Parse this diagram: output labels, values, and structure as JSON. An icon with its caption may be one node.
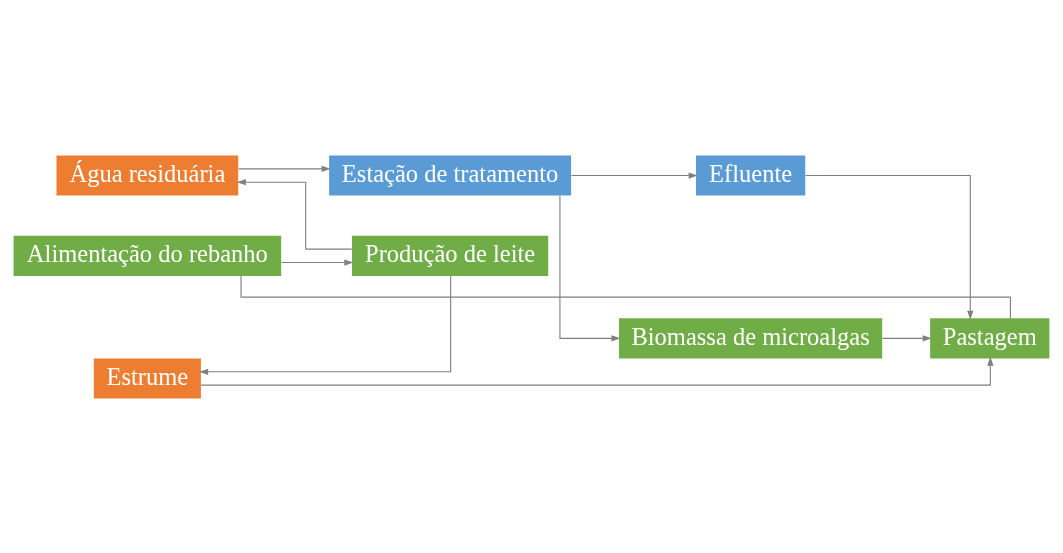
{
  "diagram": {
    "nodes": [
      {
        "text": [
          "Alimentação do rebanho"
        ]
      },
      {
        "text": [
          "Produção de leite"
        ]
      },
      {
        "text": [
          "Estrume"
        ]
      },
      {
        "text": [
          "Água residuária"
        ]
      },
      {
        "text": [
          "Pastagem"
        ]
      },
      {
        "text": [
          "Estação de tratamento"
        ]
      },
      {
        "text": [
          "Biomassa de microalgas"
        ]
      },
      {
        "text": [
          "Efluente"
        ]
      }
    ],
    "edges": [
      {
        "from": 0,
        "to": 1,
        "arrow": "to"
      },
      {
        "from": 1,
        "to": 2,
        "arrow": "to"
      },
      {
        "from": 1,
        "to": 3,
        "arrow": "to"
      },
      {
        "from": 2,
        "to": 4,
        "arrow": "to"
      },
      {
        "from": 3,
        "to": 5,
        "arrow": "to"
      },
      {
        "from": 5,
        "to": 6,
        "arrow": "to"
      },
      {
        "from": 5,
        "to": 7,
        "arrow": "to"
      },
      {
        "from": 6,
        "to": 4,
        "arrow": "to"
      },
      {
        "from": 7,
        "to": 4,
        "arrow": "to"
      },
      {
        "from": 4,
        "to": 0,
        "arrow": "none"
      }
    ]
  }
}
